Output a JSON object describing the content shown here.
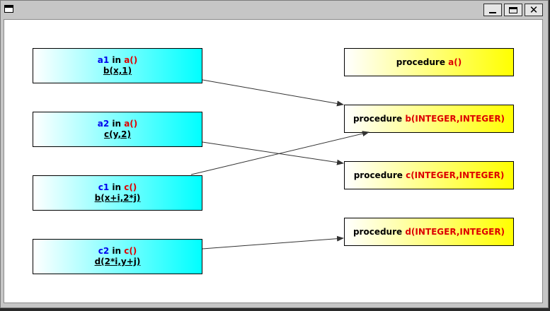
{
  "window": {
    "buttons": {
      "minimize": "minimize",
      "maximize": "maximize",
      "close": "close"
    }
  },
  "instances": [
    {
      "name": "a1",
      "in_label": "in",
      "scope": "a()",
      "call": "b(x,1)"
    },
    {
      "name": "a2",
      "in_label": "in",
      "scope": "a()",
      "call": "c(y,2)"
    },
    {
      "name": "c1",
      "in_label": "in",
      "scope": "c()",
      "call": "b(x+i,2*j)"
    },
    {
      "name": "c2",
      "in_label": "in",
      "scope": "c()",
      "call": "d(2*i,y+j)"
    }
  ],
  "procedures": [
    {
      "keyword": "procedure",
      "signature": "a()"
    },
    {
      "keyword": "procedure",
      "signature": "b(INTEGER,INTEGER)"
    },
    {
      "keyword": "procedure",
      "signature": "c(INTEGER,INTEGER)"
    },
    {
      "keyword": "procedure",
      "signature": "d(INTEGER,INTEGER)"
    }
  ],
  "links": [
    {
      "from": "a1",
      "to": "b(INTEGER,INTEGER)"
    },
    {
      "from": "a2",
      "to": "c(INTEGER,INTEGER)"
    },
    {
      "from": "c1",
      "to": "b(INTEGER,INTEGER)"
    },
    {
      "from": "c2",
      "to": "d(INTEGER,INTEGER)"
    }
  ],
  "colors": {
    "instance_fill": "#00ffff",
    "procedure_fill": "#ffff00",
    "name_text": "#0000ee",
    "signature_text": "#dd0000"
  }
}
